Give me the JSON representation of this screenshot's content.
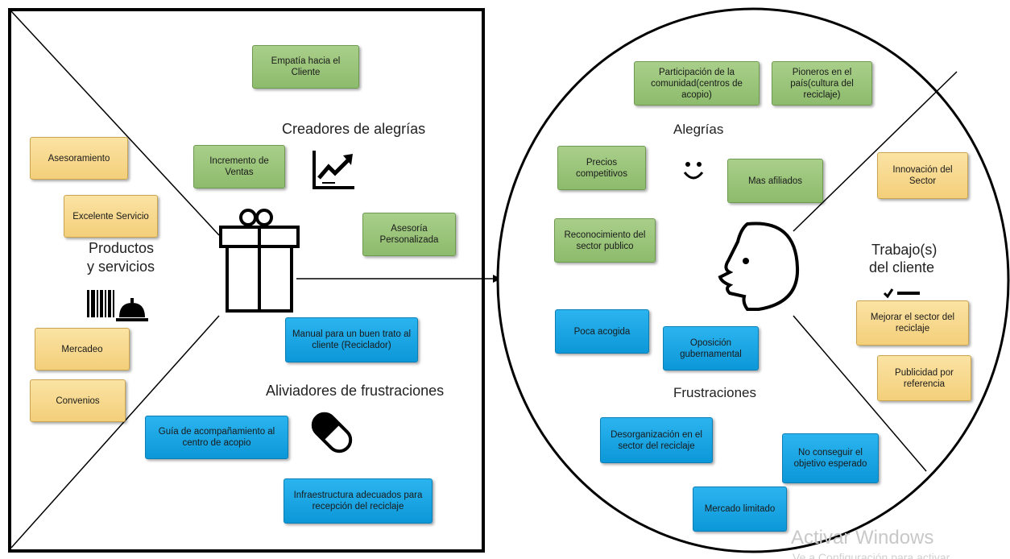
{
  "value_map": {
    "title": "Creadores de alegrías",
    "label": "Aliviadores de frustraciones",
    "products_label_line1": "Productos",
    "products_label_line2": "y servicios",
    "gain_creators": [
      "Empatía hacia el Cliente",
      "Incremento de Ventas",
      "Asesoría Personalizada"
    ],
    "products": [
      "Asesoramiento",
      "Excelente Servicio",
      "Mercadeo",
      "Convenios"
    ],
    "pain_relievers": [
      "Manual para un buen trato al cliente (Reciclador)",
      "Guía de acompañamiento al centro de acopio",
      "Infraestructura adecuados para recepción del reciclaje"
    ]
  },
  "customer_profile": {
    "gains_label": "Alegrías",
    "pains_label": "Frustraciones",
    "jobs_label_line1": "Trabajo(s)",
    "jobs_label_line2": "del cliente",
    "gains": [
      "Participación de la comunidad(centros de acopio)",
      "Pioneros en el país(cultura del reciclaje)",
      "Precios competitivos",
      "Mas afiliados",
      "Reconocimiento del sector publico"
    ],
    "pains": [
      "Poca acogida",
      "Oposición gubernamental",
      "Desorganización en el sector del reciclaje",
      "No conseguir el objetivo esperado",
      "Mercado limitado"
    ],
    "jobs": [
      "Innovación del Sector",
      "Mejorar el sector del reciclaje",
      "Publicidad por referencia"
    ]
  },
  "watermark": {
    "line1": "Activar Windows",
    "line2": "Ve a Configuración para activar"
  },
  "colors": {
    "gain_note": "#9cc57c",
    "product_note": "#f6d98c",
    "pain_note": "#14a6e6",
    "line": "#000000"
  },
  "icons": [
    "gift-icon",
    "trending-up-chart-icon",
    "barcode-service-bell-icon",
    "pill-icon",
    "smiley-icon",
    "face-profile-icon",
    "checklist-icon"
  ]
}
